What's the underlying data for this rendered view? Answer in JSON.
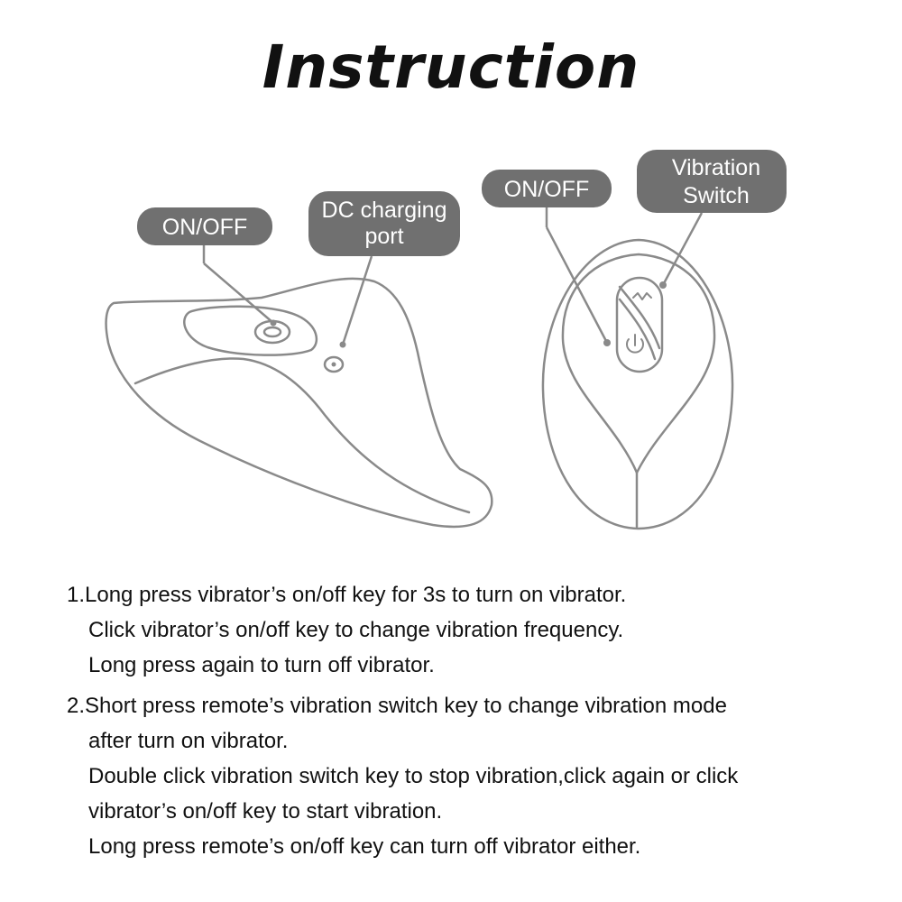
{
  "title": "Instruction",
  "callouts": {
    "left_onoff": "ON/OFF",
    "dc_charging_line1": "DC charging",
    "dc_charging_line2": "port",
    "right_onoff": "ON/OFF",
    "vibration_line1": "Vibration",
    "vibration_line2": "Switch"
  },
  "instructions": {
    "step1": {
      "line1": "1.Long press vibrator’s on/off key for 3s to turn on vibrator.",
      "line2": "Click vibrator’s on/off key to change vibration frequency.",
      "line3": "Long press again to turn off vibrator."
    },
    "step2": {
      "line1": "2.Short press remote’s vibration switch key to change vibration mode",
      "line2": "after turn on vibrator.",
      "line3": "Double click vibration switch key to stop vibration,click again or click",
      "line4": "vibrator’s on/off key to start vibration.",
      "line5": "Long press remote’s on/off key can turn off vibrator either."
    }
  },
  "icons": {
    "vibrator": "vibrator-outline-icon",
    "remote": "remote-outline-icon",
    "power": "power-icon",
    "wave": "wave-icon"
  },
  "colors": {
    "callout_bg": "#707070",
    "callout_text": "#ffffff",
    "outline": "#8a8a8a",
    "text": "#111111"
  }
}
